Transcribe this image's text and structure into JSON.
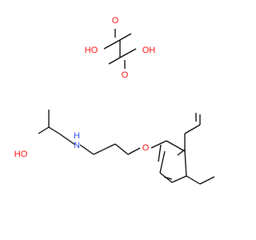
{
  "molecule": {
    "oxalic_acid": {
      "hydroxyl_left": "HO",
      "hydroxyl_right": "OH",
      "carbonyl_left": "O",
      "carbonyl_right": "O"
    },
    "amine": {
      "hydroxyl": "HO",
      "nitrogen": "N",
      "hydrogen": "H",
      "ether_oxygen": "O"
    }
  },
  "colors": {
    "bond": "#000000",
    "oxygen": "#ff0d0d",
    "nitrogen": "#3050f8"
  }
}
